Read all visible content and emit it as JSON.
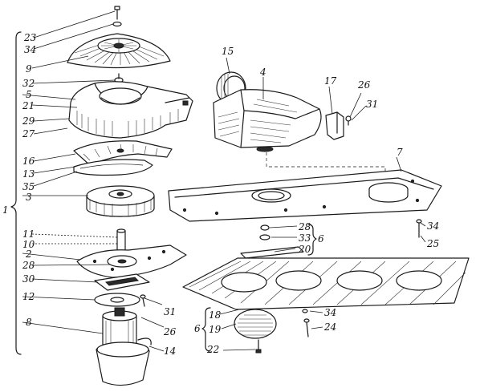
{
  "callouts": [
    {
      "id": "l23a",
      "text": "23"
    },
    {
      "id": "l34a",
      "text": "34"
    },
    {
      "id": "l9",
      "text": "9"
    },
    {
      "id": "l32",
      "text": "32"
    },
    {
      "id": "l5",
      "text": "5"
    },
    {
      "id": "l21",
      "text": "21"
    },
    {
      "id": "l29",
      "text": "29"
    },
    {
      "id": "l27",
      "text": "27"
    },
    {
      "id": "l16",
      "text": "16"
    },
    {
      "id": "l13",
      "text": "13"
    },
    {
      "id": "l35",
      "text": "35"
    },
    {
      "id": "l3",
      "text": "3"
    },
    {
      "id": "l1",
      "text": "1"
    },
    {
      "id": "l11",
      "text": "11"
    },
    {
      "id": "l10",
      "text": "10"
    },
    {
      "id": "l2",
      "text": "2"
    },
    {
      "id": "l28a",
      "text": "28"
    },
    {
      "id": "l30",
      "text": "30"
    },
    {
      "id": "l12",
      "text": "12"
    },
    {
      "id": "l8",
      "text": "8"
    },
    {
      "id": "l15",
      "text": "15"
    },
    {
      "id": "l4",
      "text": "4"
    },
    {
      "id": "l17",
      "text": "17"
    },
    {
      "id": "l26a",
      "text": "26"
    },
    {
      "id": "l31a",
      "text": "31"
    },
    {
      "id": "l7",
      "text": "7"
    },
    {
      "id": "l28b",
      "text": "28"
    },
    {
      "id": "l33",
      "text": "33"
    },
    {
      "id": "l20",
      "text": "20"
    },
    {
      "id": "l6a",
      "text": "6"
    },
    {
      "id": "l34b",
      "text": "34"
    },
    {
      "id": "l25",
      "text": "25"
    },
    {
      "id": "l31b",
      "text": "31"
    },
    {
      "id": "l26b",
      "text": "26"
    },
    {
      "id": "l14",
      "text": "14"
    },
    {
      "id": "l18",
      "text": "18"
    },
    {
      "id": "l19",
      "text": "19"
    },
    {
      "id": "l6b",
      "text": "6"
    },
    {
      "id": "l22",
      "text": "22"
    },
    {
      "id": "l34c",
      "text": "34"
    },
    {
      "id": "l24",
      "text": "24"
    }
  ]
}
